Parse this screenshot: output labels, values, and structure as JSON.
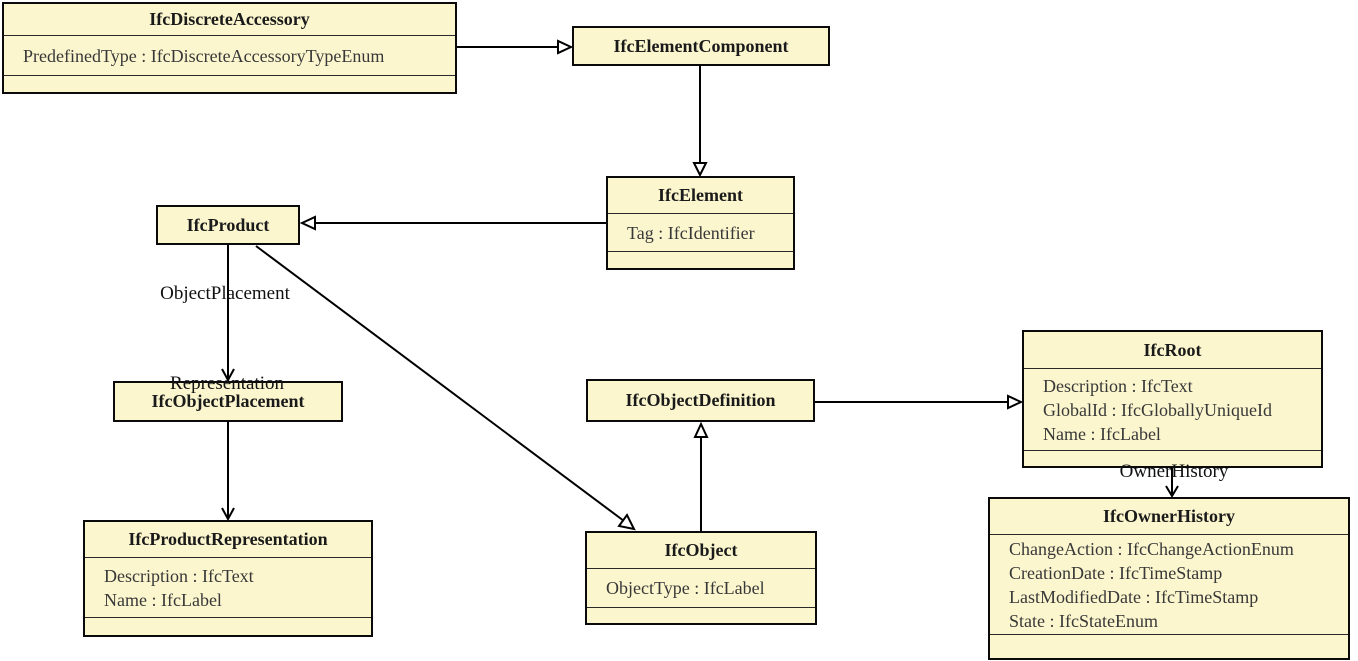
{
  "diagram": {
    "type": "uml-class-diagram",
    "background": "#FFFFFF",
    "box_fill": "#FBF6CE",
    "box_border": "#000000",
    "classes": [
      {
        "name": "IfcDiscreteAccessory",
        "attributes": [
          "PredefinedType : IfcDiscreteAccessoryTypeEnum"
        ]
      },
      {
        "name": "IfcElementComponent",
        "attributes": []
      },
      {
        "name": "IfcElement",
        "attributes": [
          "Tag : IfcIdentifier"
        ]
      },
      {
        "name": "IfcProduct",
        "attributes": []
      },
      {
        "name": "IfcObjectPlacement",
        "attributes": []
      },
      {
        "name": "IfcProductRepresentation",
        "attributes": [
          "Description : IfcText",
          "Name : IfcLabel"
        ]
      },
      {
        "name": "IfcObjectDefinition",
        "attributes": []
      },
      {
        "name": "IfcObject",
        "attributes": [
          "ObjectType : IfcLabel"
        ]
      },
      {
        "name": "IfcRoot",
        "attributes": [
          "Description : IfcText",
          "GlobalId : IfcGloballyUniqueId",
          "Name : IfcLabel"
        ]
      },
      {
        "name": "IfcOwnerHistory",
        "attributes": [
          "ChangeAction : IfcChangeActionEnum",
          "CreationDate : IfcTimeStamp",
          "LastModifiedDate : IfcTimeStamp",
          "State : IfcStateEnum"
        ]
      }
    ],
    "edge_labels": {
      "object_placement": "ObjectPlacement",
      "representation": "Representation",
      "owner_history": "OwnerHistory"
    },
    "relationships": [
      {
        "from": "IfcDiscreteAccessory",
        "to": "IfcElementComponent",
        "type": "inheritance"
      },
      {
        "from": "IfcElementComponent",
        "to": "IfcElement",
        "type": "inheritance"
      },
      {
        "from": "IfcElement",
        "to": "IfcProduct",
        "type": "inheritance"
      },
      {
        "from": "IfcProduct",
        "to": "IfcObject",
        "type": "inheritance"
      },
      {
        "from": "IfcObject",
        "to": "IfcObjectDefinition",
        "type": "inheritance"
      },
      {
        "from": "IfcObjectDefinition",
        "to": "IfcRoot",
        "type": "inheritance"
      },
      {
        "from": "IfcProduct",
        "to": "IfcObjectPlacement",
        "type": "association",
        "label": "ObjectPlacement"
      },
      {
        "from": "IfcProduct",
        "to": "IfcProductRepresentation",
        "type": "association",
        "label": "Representation"
      },
      {
        "from": "IfcRoot",
        "to": "IfcOwnerHistory",
        "type": "association",
        "label": "OwnerHistory"
      }
    ]
  }
}
